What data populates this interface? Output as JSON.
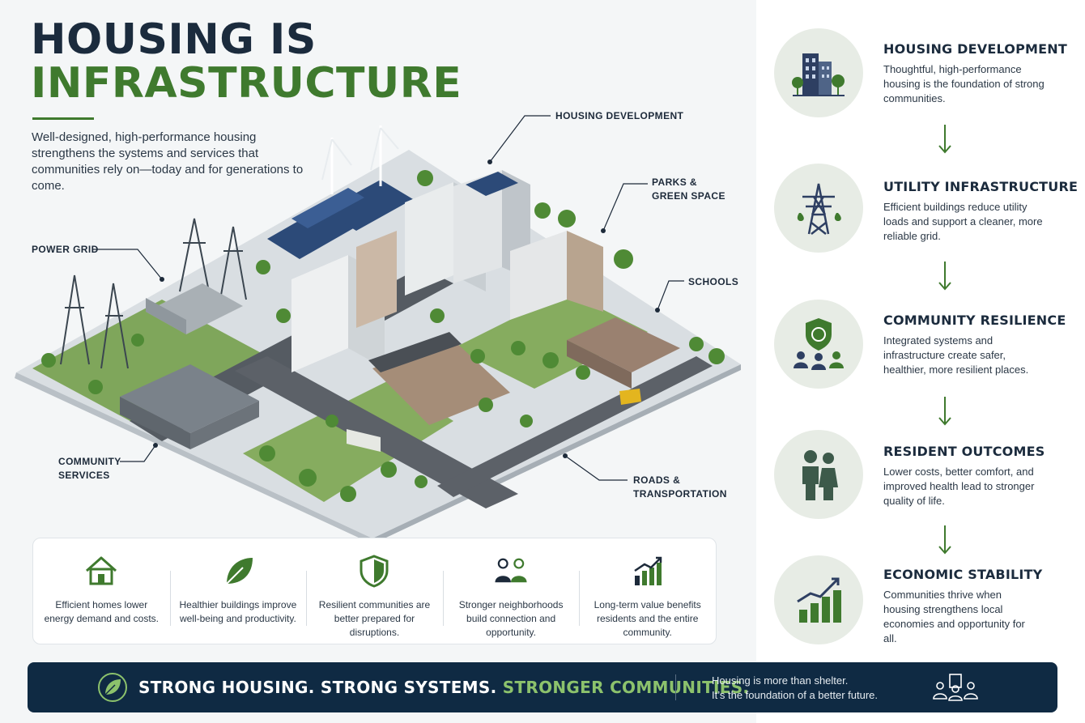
{
  "header": {
    "title_line1": "HOUSING IS",
    "title_line2": "INFRASTRUCTURE",
    "intro": "Well-designed, high-performance housing strengthens the systems and services that communities rely on—today and for generations to come."
  },
  "callouts": {
    "housing_development": "HOUSING DEVELOPMENT",
    "parks_line1": "PARKS &",
    "parks_line2": "GREEN SPACE",
    "power_grid": "POWER GRID",
    "schools": "SCHOOLS",
    "community_line1": "COMMUNITY",
    "community_line2": "SERVICES",
    "roads_line1": "ROADS &",
    "roads_line2": "TRANSPORTATION"
  },
  "benefits": [
    {
      "icon": "home-icon",
      "text": "Efficient homes lower energy demand and costs."
    },
    {
      "icon": "leaf-icon",
      "text": "Healthier buildings improve well-being and productivity."
    },
    {
      "icon": "shield-icon",
      "text": "Resilient communities are better prepared for disruptions."
    },
    {
      "icon": "people-icon",
      "text": "Stronger neighborhoods build connection and opportunity."
    },
    {
      "icon": "growth-chart-icon",
      "text": "Long-term value benefits residents and the entire community."
    }
  ],
  "steps": [
    {
      "icon": "buildings-icon",
      "title": "HOUSING DEVELOPMENT",
      "desc": "Thoughtful, high-performance housing is the foundation of strong communities."
    },
    {
      "icon": "power-tower-icon",
      "title": "UTILITY INFRASTRUCTURE",
      "desc": "Efficient buildings reduce utility loads and support a cleaner, more reliable grid."
    },
    {
      "icon": "shield-people-icon",
      "title": "COMMUNITY RESILIENCE",
      "desc": "Integrated systems and infrastructure create safer, healthier, more resilient places."
    },
    {
      "icon": "residents-icon",
      "title": "RESIDENT OUTCOMES",
      "desc": "Lower costs, better comfort, and improved health lead to stronger quality of life."
    },
    {
      "icon": "growth-chart-icon",
      "title": "ECONOMIC STABILITY",
      "desc": "Communities thrive when housing strengthens local economies and opportunity for all."
    }
  ],
  "footer": {
    "slogan_white": "STRONG HOUSING. STRONG SYSTEMS. ",
    "slogan_green": "STRONGER COMMUNITIES.",
    "tag_line1": "Housing is more than shelter.",
    "tag_line2": "It’s the foundation of a better future."
  },
  "colors": {
    "navy": "#1b2b3d",
    "green": "#3f7a2e",
    "footer_bg": "#0f2a43",
    "footer_green": "#8cc26c"
  }
}
